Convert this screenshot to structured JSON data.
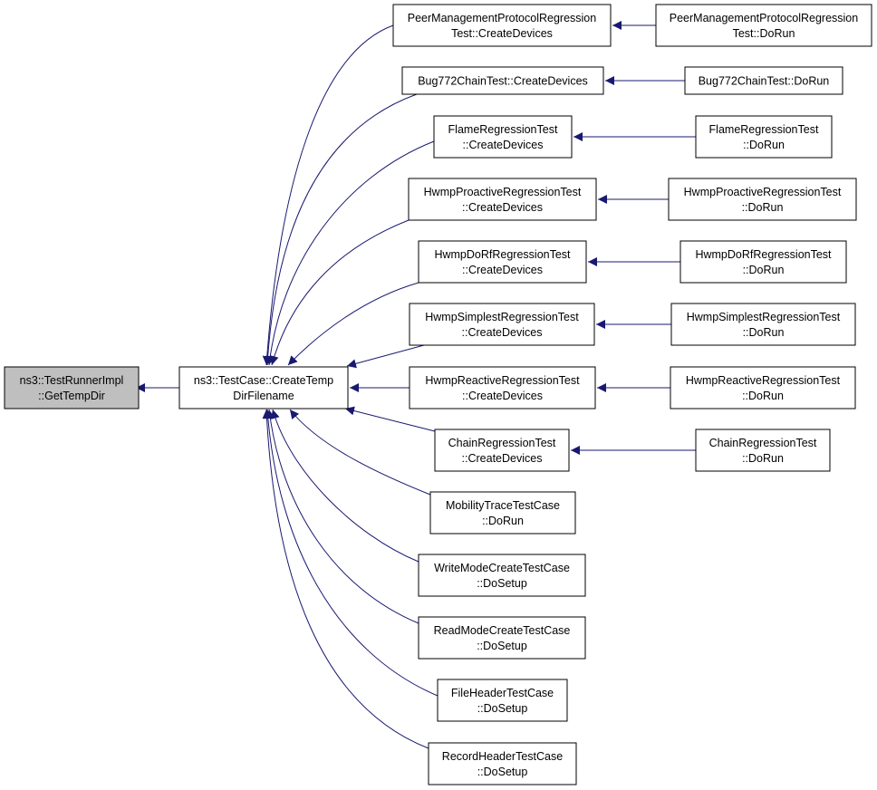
{
  "colors": {
    "edge": "#191970",
    "node_border": "#000000",
    "node_fill": "#ffffff",
    "focus_fill": "#bfbfbf"
  },
  "nodes": [
    {
      "id": "getTempDir",
      "lines": [
        "ns3::TestRunnerImpl",
        "::GetTempDir"
      ],
      "highlighted": true
    },
    {
      "id": "createTempDirFilename",
      "lines": [
        "ns3::TestCase::CreateTemp",
        "DirFilename"
      ]
    },
    {
      "id": "peerCreate",
      "lines": [
        "PeerManagementProtocolRegression",
        "Test::CreateDevices"
      ]
    },
    {
      "id": "peerDoRun",
      "lines": [
        "PeerManagementProtocolRegression",
        "Test::DoRun"
      ]
    },
    {
      "id": "bugCreate",
      "lines": [
        "Bug772ChainTest::CreateDevices"
      ]
    },
    {
      "id": "bugDoRun",
      "lines": [
        "Bug772ChainTest::DoRun"
      ]
    },
    {
      "id": "flameCreate",
      "lines": [
        "FlameRegressionTest",
        "::CreateDevices"
      ]
    },
    {
      "id": "flameDoRun",
      "lines": [
        "FlameRegressionTest",
        "::DoRun"
      ]
    },
    {
      "id": "proCreate",
      "lines": [
        "HwmpProactiveRegressionTest",
        "::CreateDevices"
      ]
    },
    {
      "id": "proDoRun",
      "lines": [
        "HwmpProactiveRegressionTest",
        "::DoRun"
      ]
    },
    {
      "id": "dorfCreate",
      "lines": [
        "HwmpDoRfRegressionTest",
        "::CreateDevices"
      ]
    },
    {
      "id": "dorfDoRun",
      "lines": [
        "HwmpDoRfRegressionTest",
        "::DoRun"
      ]
    },
    {
      "id": "simCreate",
      "lines": [
        "HwmpSimplestRegressionTest",
        "::CreateDevices"
      ]
    },
    {
      "id": "simDoRun",
      "lines": [
        "HwmpSimplestRegressionTest",
        "::DoRun"
      ]
    },
    {
      "id": "reaCreate",
      "lines": [
        "HwmpReactiveRegressionTest",
        "::CreateDevices"
      ]
    },
    {
      "id": "reaDoRun",
      "lines": [
        "HwmpReactiveRegressionTest",
        "::DoRun"
      ]
    },
    {
      "id": "chainCreate",
      "lines": [
        "ChainRegressionTest",
        "::CreateDevices"
      ]
    },
    {
      "id": "chainDoRun",
      "lines": [
        "ChainRegressionTest",
        "::DoRun"
      ]
    },
    {
      "id": "mobility",
      "lines": [
        "MobilityTraceTestCase",
        "::DoRun"
      ]
    },
    {
      "id": "writeMode",
      "lines": [
        "WriteModeCreateTestCase",
        "::DoSetup"
      ]
    },
    {
      "id": "readMode",
      "lines": [
        "ReadModeCreateTestCase",
        "::DoSetup"
      ]
    },
    {
      "id": "fileHeader",
      "lines": [
        "FileHeaderTestCase",
        "::DoSetup"
      ]
    },
    {
      "id": "recordHeader",
      "lines": [
        "RecordHeaderTestCase",
        "::DoSetup"
      ]
    }
  ],
  "edges": [
    {
      "from": "createTempDirFilename",
      "to": "getTempDir"
    },
    {
      "from": "peerCreate",
      "to": "createTempDirFilename"
    },
    {
      "from": "bugCreate",
      "to": "createTempDirFilename"
    },
    {
      "from": "flameCreate",
      "to": "createTempDirFilename"
    },
    {
      "from": "proCreate",
      "to": "createTempDirFilename"
    },
    {
      "from": "dorfCreate",
      "to": "createTempDirFilename"
    },
    {
      "from": "simCreate",
      "to": "createTempDirFilename"
    },
    {
      "from": "reaCreate",
      "to": "createTempDirFilename"
    },
    {
      "from": "chainCreate",
      "to": "createTempDirFilename"
    },
    {
      "from": "mobility",
      "to": "createTempDirFilename"
    },
    {
      "from": "writeMode",
      "to": "createTempDirFilename"
    },
    {
      "from": "readMode",
      "to": "createTempDirFilename"
    },
    {
      "from": "fileHeader",
      "to": "createTempDirFilename"
    },
    {
      "from": "recordHeader",
      "to": "createTempDirFilename"
    },
    {
      "from": "peerDoRun",
      "to": "peerCreate"
    },
    {
      "from": "bugDoRun",
      "to": "bugCreate"
    },
    {
      "from": "flameDoRun",
      "to": "flameCreate"
    },
    {
      "from": "proDoRun",
      "to": "proCreate"
    },
    {
      "from": "dorfDoRun",
      "to": "dorfCreate"
    },
    {
      "from": "simDoRun",
      "to": "simCreate"
    },
    {
      "from": "reaDoRun",
      "to": "reaCreate"
    },
    {
      "from": "chainDoRun",
      "to": "chainCreate"
    }
  ]
}
